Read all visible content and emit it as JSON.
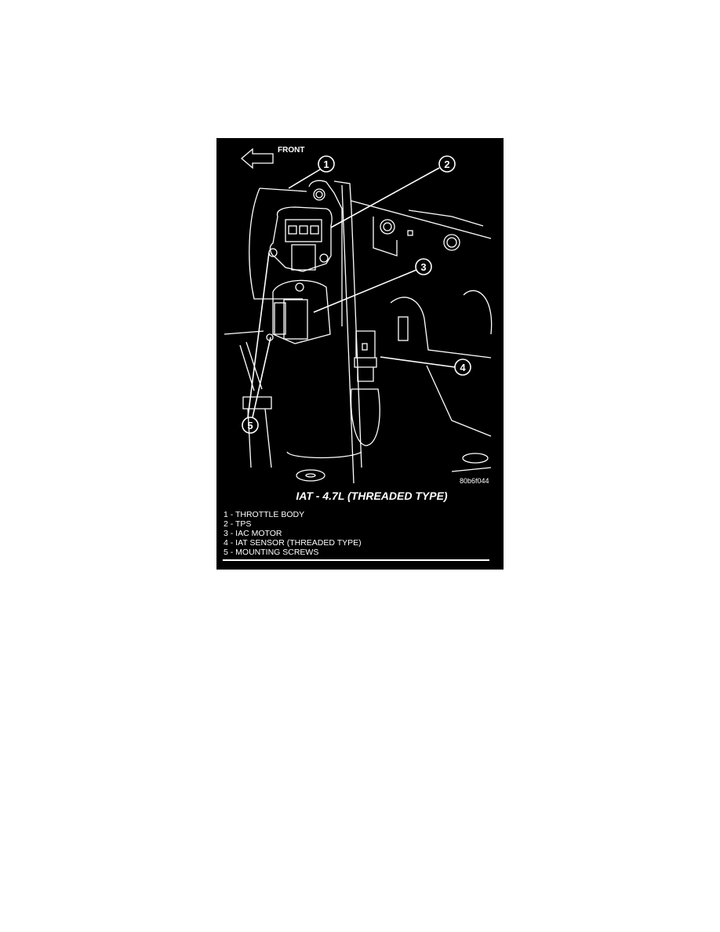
{
  "figure": {
    "direction_label": "FRONT",
    "callouts": [
      "1",
      "2",
      "3",
      "4",
      "5"
    ],
    "figure_id": "80b6f044",
    "title": "IAT - 4.7L (THREADED TYPE)",
    "legend": [
      "1 - THROTTLE BODY",
      "2 - TPS",
      "3 - IAC MOTOR",
      "4 - IAT SENSOR (THREADED TYPE)",
      "5 - MOUNTING SCREWS"
    ]
  }
}
